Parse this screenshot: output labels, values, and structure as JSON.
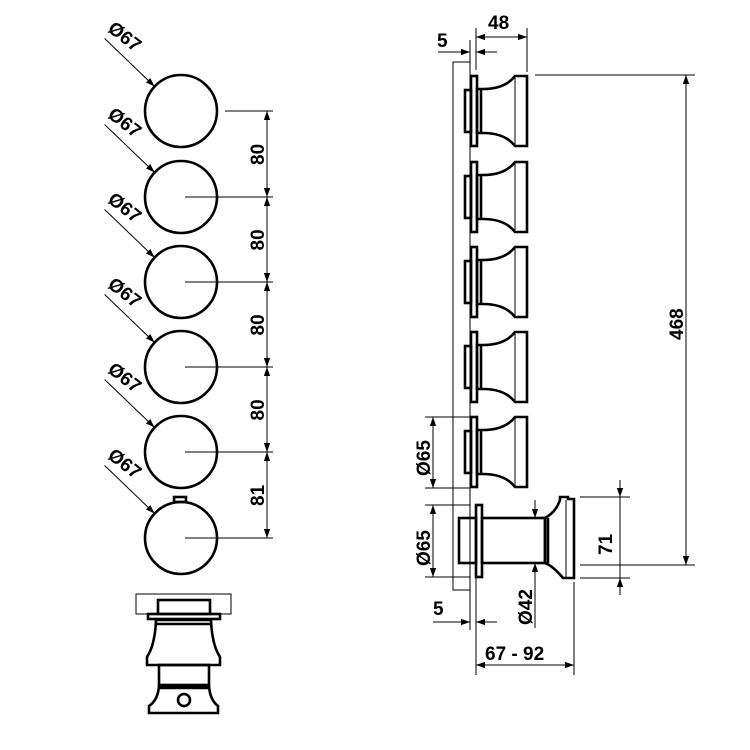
{
  "front_view": {
    "diameter_labels": [
      "Ø67",
      "Ø67",
      "Ø67",
      "Ø67",
      "Ø67",
      "Ø67"
    ],
    "spacing_labels": [
      "80",
      "80",
      "80",
      "80",
      "81"
    ]
  },
  "side_view": {
    "wall_offset_top": "5",
    "knob_depth": "48",
    "overall_height": "468",
    "plate_diameter_1": "Ø65",
    "plate_diameter_2": "Ø65",
    "diverter_height": "71",
    "stem_diameter": "Ø42",
    "wall_offset_bottom": "5",
    "diverter_depth": "67 - 92"
  }
}
